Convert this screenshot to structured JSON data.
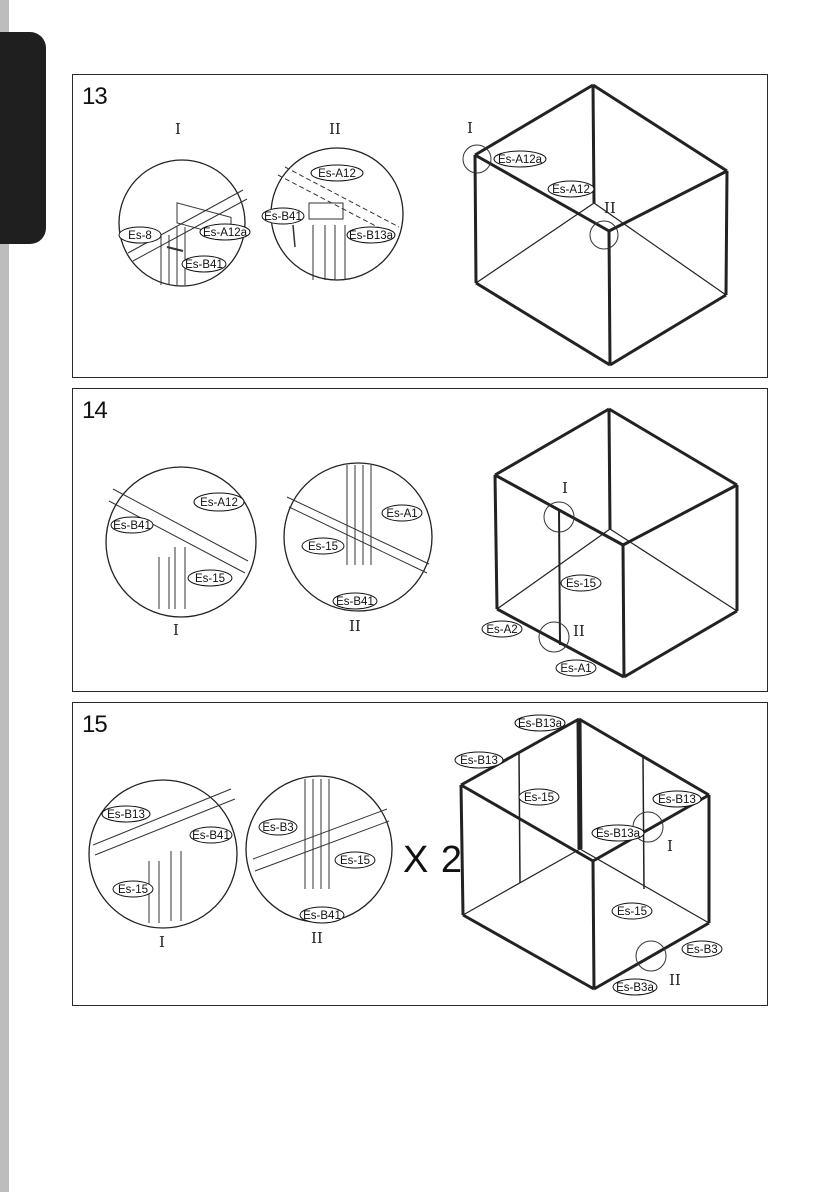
{
  "steps": [
    {
      "number": "13",
      "details": [
        {
          "roman": "I"
        },
        {
          "roman": "II"
        }
      ],
      "main_roman": [
        "I",
        "II"
      ],
      "labels": [
        "Es-8",
        "Es-A12a",
        "Es-B41",
        "Es-A12",
        "Es-B41",
        "Es-B13a",
        "Es-A12a",
        "Es-A12"
      ]
    },
    {
      "number": "14",
      "details": [
        {
          "roman": "I"
        },
        {
          "roman": "II"
        }
      ],
      "main_roman": [
        "I",
        "II"
      ],
      "labels": [
        "Es-A12",
        "Es-B41",
        "Es-15",
        "Es-A1",
        "Es-15",
        "Es-B41",
        "Es-15",
        "Es-A2",
        "Es-A1"
      ]
    },
    {
      "number": "15",
      "details": [
        {
          "roman": "I"
        },
        {
          "roman": "II"
        }
      ],
      "main_roman": [
        "I",
        "II"
      ],
      "multiplier": "X 2",
      "labels": [
        "Es-B13",
        "Es-B41",
        "Es-15",
        "Es-B3",
        "Es-15",
        "Es-B41",
        "Es-B13a",
        "Es-B13",
        "Es-15",
        "Es-B13",
        "Es-B13a",
        "Es-15",
        "Es-B3",
        "Es-B3a"
      ]
    }
  ]
}
